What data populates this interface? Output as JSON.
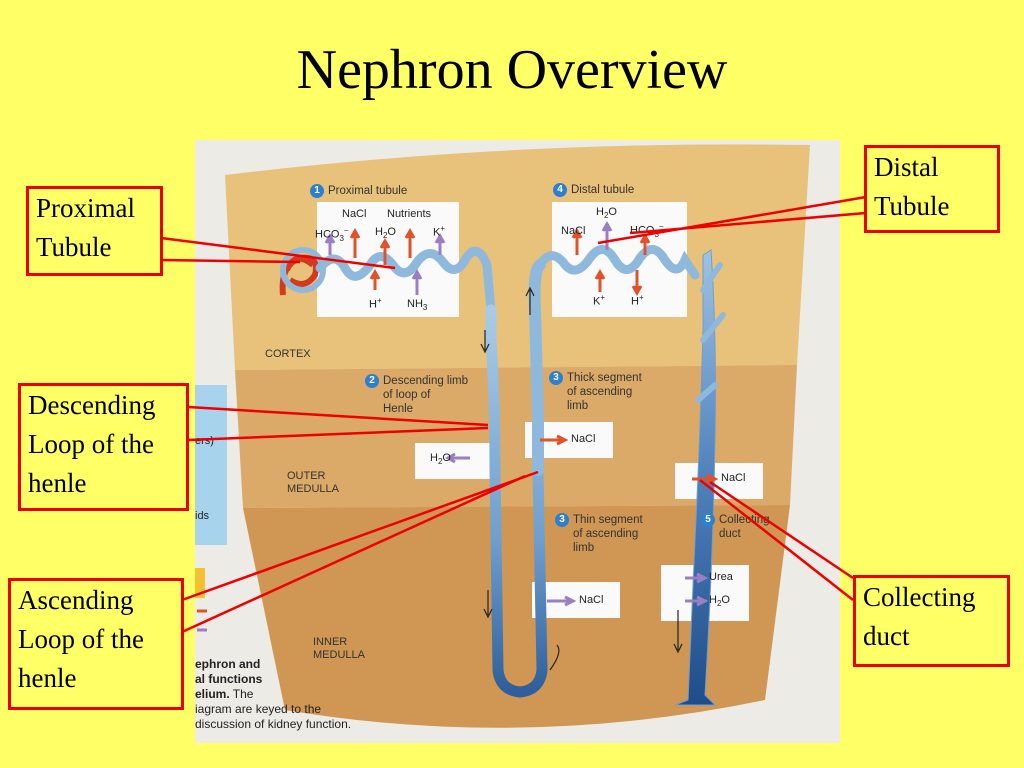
{
  "title": "Nephron  Overview",
  "callouts": {
    "proximal": [
      "Proximal",
      "Tubule"
    ],
    "distal": [
      "Distal",
      "Tubule"
    ],
    "descending": [
      "Descending",
      "Loop of the",
      "henle"
    ],
    "ascending": [
      "Ascending",
      "Loop of the",
      "henle"
    ],
    "collecting": [
      "Collecting",
      "duct"
    ]
  },
  "figure": {
    "zones": {
      "cortex": "CORTEX",
      "outer_medulla": [
        "OUTER",
        "MEDULLA"
      ],
      "inner_medulla": [
        "INNER",
        "MEDULLA"
      ]
    },
    "segments": {
      "proximal": {
        "num": "1",
        "label": "Proximal tubule"
      },
      "distal": {
        "num": "4",
        "label": "Distal tubule"
      },
      "descending": {
        "num": "2",
        "label": [
          "Descending limb",
          "of loop of",
          "Henle"
        ]
      },
      "thick": {
        "num": "3",
        "label": [
          "Thick segment",
          "of ascending",
          "limb"
        ]
      },
      "thin": {
        "num": "3",
        "label": [
          "Thin segment",
          "of ascending",
          "limb"
        ]
      },
      "collecting": {
        "num": "5",
        "label": [
          "Collecting",
          "duct"
        ]
      }
    },
    "chem": {
      "nacl": "NaCl",
      "nutrients": "Nutrients",
      "hco3": "HCO",
      "hco3_sub": "3",
      "hco3_sup": "−",
      "h2o": "H",
      "h2o_sub": "2",
      "h2o_o": "O",
      "k": "K",
      "k_sup": "+",
      "h": "H",
      "h_sup": "+",
      "nh3": "NH",
      "nh3_sub": "3",
      "urea": "Urea"
    },
    "side_text": {
      "ers": "ers)",
      "ids": "ids"
    },
    "caption": {
      "line1": "ephron and",
      "line2": "al functions",
      "line3a": "elium.",
      "line3b": " The",
      "line4": "iagram are keyed to the",
      "line5": "discussion of kidney function."
    }
  },
  "colors": {
    "background": "#ffff66",
    "callout_border": "#ee0000",
    "cortex": "#e8c27a",
    "outer_medulla": "#dba968",
    "inner_medulla": "#cf9654",
    "tubule": "#8fb9dc",
    "duct_dark": "#2e5f9a",
    "arrow_orange": "#e0522a",
    "arrow_purple": "#9b7fc4"
  }
}
